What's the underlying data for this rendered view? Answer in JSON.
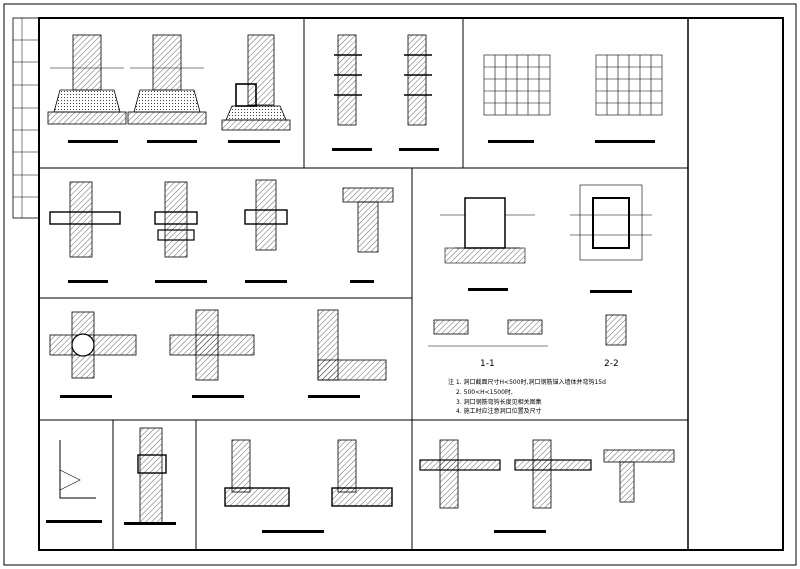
{
  "sheet": {
    "title_block": {},
    "detail_captions": []
  },
  "sections": {
    "s11": "1-1",
    "s22": "2-2"
  },
  "notes": {
    "n1": "注 1. 洞口截面尺寸H<500时,洞口钢筋锚入墙体并弯钩15d",
    "n2": "2. 500<H<1500时,",
    "n3": "3. 洞口钢筋弯钩长度见相关图集",
    "n4": "4. 施工时应注意洞口位置及尺寸"
  }
}
